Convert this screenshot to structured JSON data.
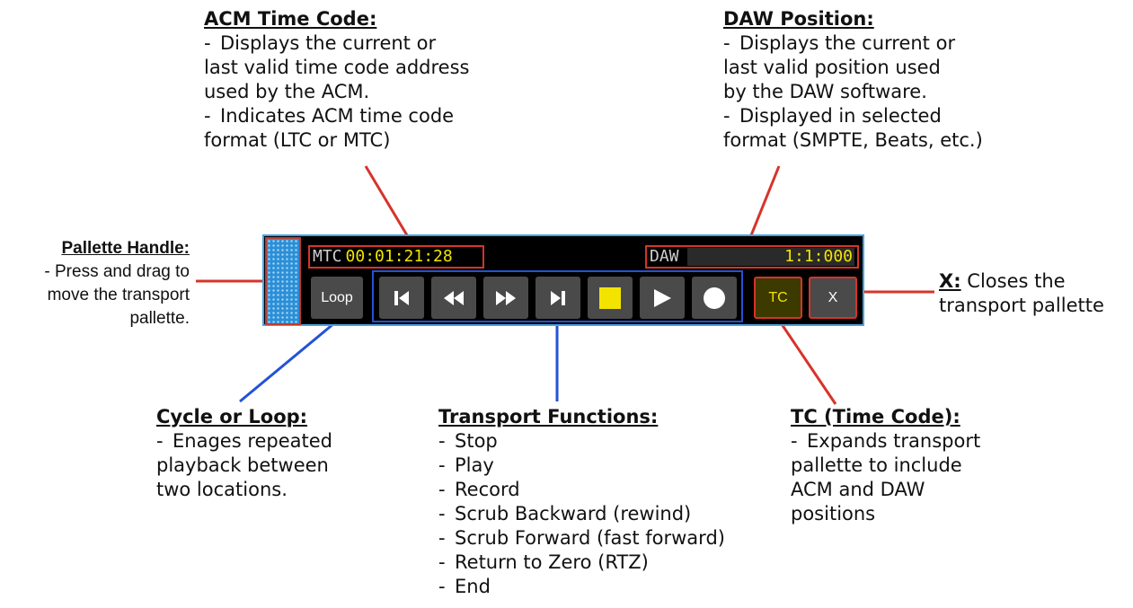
{
  "notes": {
    "acm": {
      "title": "ACM Time Code:",
      "items": [
        [
          "Displays the current or",
          "last valid time code address",
          "used by the ACM."
        ],
        [
          "Indicates ACM time code",
          "format (LTC or MTC)"
        ]
      ]
    },
    "daw": {
      "title": "DAW Position:",
      "items": [
        [
          "Displays the current or",
          "last valid position used",
          "by the DAW software."
        ],
        [
          "Displayed in selected",
          "format (SMPTE, Beats, etc.)"
        ]
      ]
    },
    "handle": {
      "title": "Pallette Handle:",
      "lines": [
        "- Press and drag to",
        "move the transport",
        "pallette."
      ]
    },
    "x": {
      "title": "X:",
      "line1": "Closes the",
      "line2": "transport pallette"
    },
    "loop": {
      "title": "Cycle or Loop:",
      "items": [
        [
          "Enages repeated",
          "playback between",
          "two locations."
        ]
      ]
    },
    "transport": {
      "title": "Transport Functions:",
      "items": [
        "Stop",
        "Play",
        "Record",
        "Scrub Backward (rewind)",
        "Scrub Forward (fast forward)",
        "Return to Zero (RTZ)",
        "End"
      ]
    },
    "tc": {
      "title": "TC (Time Code):",
      "items": [
        [
          "Expands transport",
          "pallette to include",
          "ACM and DAW",
          "positions"
        ]
      ]
    },
    "dash": "-"
  },
  "palette": {
    "mtc_format": "MTC",
    "mtc_timecode": "00:01:21:28",
    "daw_label": "DAW",
    "daw_position": "1:1:000",
    "loop_label": "Loop",
    "tc_label": "TC",
    "close_label": "X",
    "transport_icons": [
      "rtz-icon",
      "rewind-icon",
      "fast-forward-icon",
      "end-icon",
      "stop-icon",
      "play-icon",
      "record-icon"
    ]
  },
  "colors": {
    "callout_red": "#d6342a",
    "callout_blue": "#2352d6",
    "timecode_yellow": "#f2e400",
    "handle_blue": "#2c8fd6"
  }
}
